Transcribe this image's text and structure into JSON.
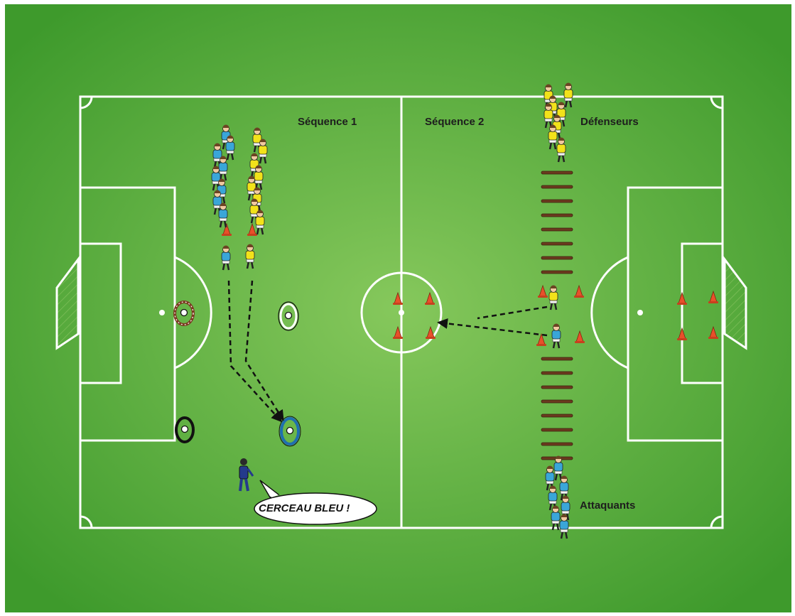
{
  "labels": {
    "sequence_1": "Séquence 1",
    "sequence_2": "Séquence 2",
    "defenders": "Défenseurs",
    "attackers": "Attaquants"
  },
  "coach_callout": "CERCEAU BLEU !",
  "colors": {
    "pitch_light": "#86c85c",
    "pitch_dark": "#3e9a2c",
    "line": "#ffffff",
    "team_blue": "#3aa6d8",
    "team_yellow": "#f2e21a",
    "cone": "#e8502a",
    "hoop_blue": "#1f6fb0",
    "hoop_black": "#111111",
    "hoop_brown": "#7a3b20",
    "ladder": "#6b3a1e",
    "coach": "#243a8c"
  },
  "icons": [
    "player-icon",
    "cone-icon",
    "hoop-icon",
    "ball-icon",
    "goal-icon",
    "ladder-rung-icon",
    "coach-icon"
  ]
}
